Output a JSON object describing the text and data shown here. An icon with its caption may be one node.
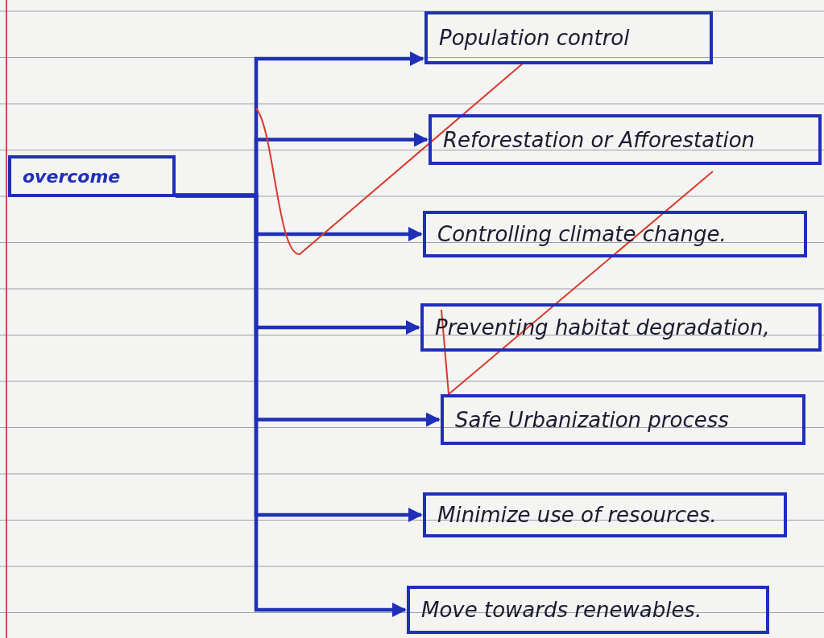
{
  "diagram": {
    "nodes": [
      {
        "text": [
          "overcome"
        ]
      },
      {
        "text": [
          "Population control"
        ]
      },
      {
        "text": [
          "Reforestation or Afforestation"
        ]
      },
      {
        "text": [
          "Controlling climate change."
        ]
      },
      {
        "text": [
          "Preventing habitat degradation,"
        ]
      },
      {
        "text": [
          "Safe Urbanization process"
        ]
      },
      {
        "text": [
          "Minimize use of resources."
        ]
      },
      {
        "text": [
          "Move towards renewables."
        ]
      }
    ],
    "edges": [
      {
        "from": 0,
        "to": 1,
        "arrow": "to"
      },
      {
        "from": 0,
        "to": 2,
        "arrow": "to"
      },
      {
        "from": 0,
        "to": 3,
        "arrow": "to"
      },
      {
        "from": 0,
        "to": 4,
        "arrow": "to"
      },
      {
        "from": 0,
        "to": 5,
        "arrow": "to"
      },
      {
        "from": 0,
        "to": 6,
        "arrow": "to"
      },
      {
        "from": 0,
        "to": 7,
        "arrow": "to"
      }
    ]
  }
}
